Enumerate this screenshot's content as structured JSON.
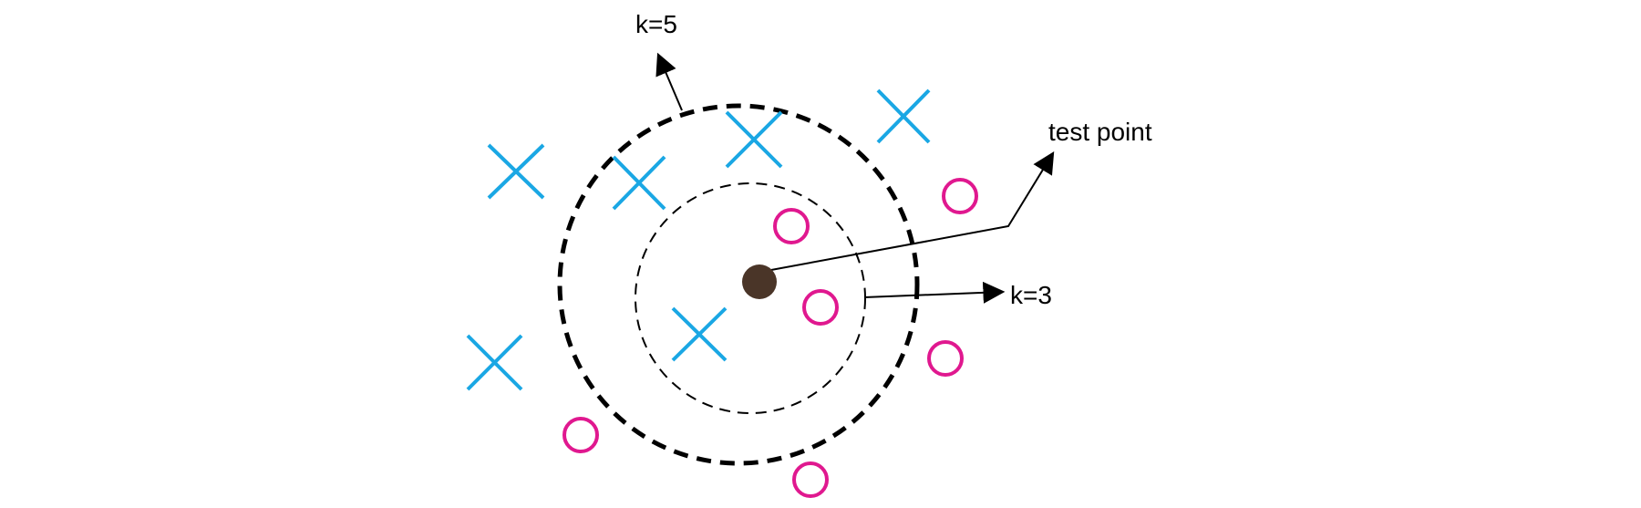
{
  "labels": {
    "k5": "k=5",
    "k3": "k=3",
    "test_point": "test point"
  },
  "colors": {
    "class_x": "#1aa7e4",
    "class_o": "#e0188f",
    "test_point": "#4a3528",
    "lines": "#000000",
    "background": "#ffffff"
  },
  "legend_items": {
    "class_x_icon": "cross-icon",
    "class_o_icon": "circle-icon"
  }
}
